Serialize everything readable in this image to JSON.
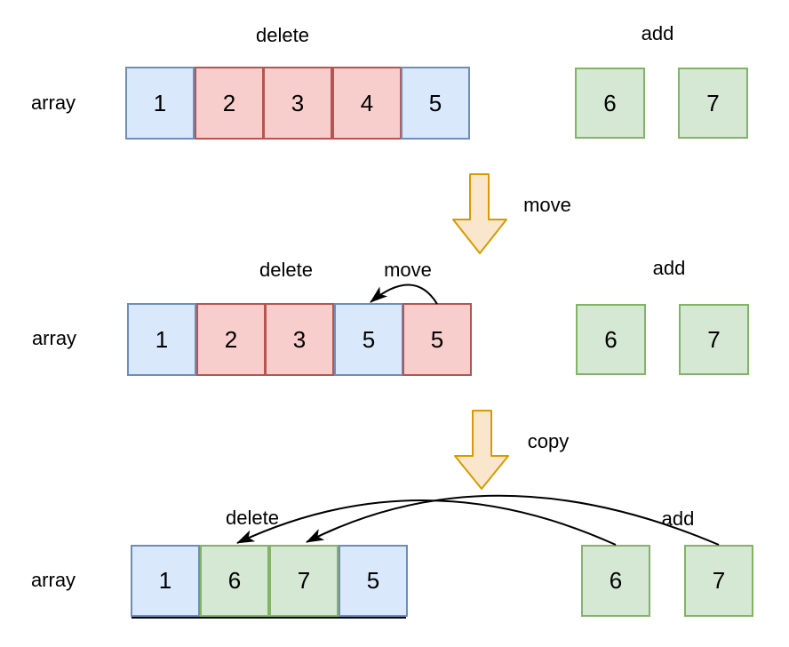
{
  "colors": {
    "kept_cell_fill": "#dae8fc",
    "kept_cell_stroke": "#6c8ebf",
    "delete_cell_fill": "#f8cecc",
    "delete_cell_stroke": "#b85450",
    "add_cell_fill": "#d5e8d4",
    "add_cell_stroke": "#82b366",
    "step_arrow_fill": "#fae6cd",
    "step_arrow_stroke": "#d79b00",
    "connector": "#000000"
  },
  "rows": [
    {
      "side_label": "array",
      "delete_label": "delete",
      "add_label": "add",
      "cells": [
        {
          "value": "1",
          "color": "blue"
        },
        {
          "value": "2",
          "color": "red"
        },
        {
          "value": "3",
          "color": "red"
        },
        {
          "value": "4",
          "color": "red"
        },
        {
          "value": "5",
          "color": "blue"
        }
      ],
      "add_boxes": [
        {
          "value": "6"
        },
        {
          "value": "7"
        }
      ]
    },
    {
      "side_label": "array",
      "delete_label": "delete",
      "move_label": "move",
      "add_label": "add",
      "cells": [
        {
          "value": "1",
          "color": "blue"
        },
        {
          "value": "2",
          "color": "red"
        },
        {
          "value": "3",
          "color": "red"
        },
        {
          "value": "5",
          "color": "blue"
        },
        {
          "value": "5",
          "color": "red"
        }
      ],
      "add_boxes": [
        {
          "value": "6"
        },
        {
          "value": "7"
        }
      ]
    },
    {
      "side_label": "array",
      "delete_label": "delete",
      "add_label": "add",
      "cells": [
        {
          "value": "1",
          "color": "blue"
        },
        {
          "value": "6",
          "color": "green"
        },
        {
          "value": "7",
          "color": "green"
        },
        {
          "value": "5",
          "color": "blue"
        }
      ],
      "add_boxes": [
        {
          "value": "6"
        },
        {
          "value": "7"
        }
      ]
    }
  ],
  "step_arrows": [
    {
      "label": "move"
    },
    {
      "label": "copy"
    }
  ]
}
